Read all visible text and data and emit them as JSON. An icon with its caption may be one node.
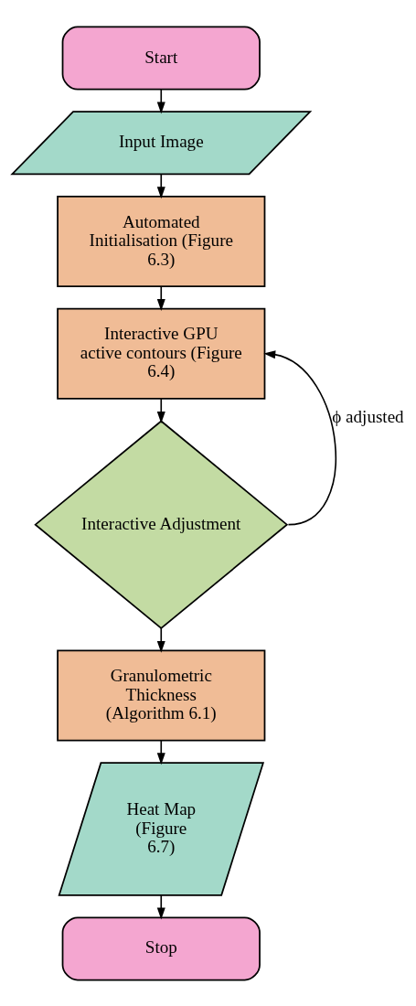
{
  "diagram": {
    "nodes": [
      {
        "text": [
          "Start"
        ]
      },
      {
        "text": [
          "Input Image"
        ]
      },
      {
        "text": [
          "Automated Initialisation (Figure 6.3)"
        ]
      },
      {
        "text": [
          "Interactive GPU active contours (Figure 6.4)"
        ]
      },
      {
        "text": [
          "Interactive Adjustment"
        ]
      },
      {
        "text": [
          "Granulometric Thickness (Algorithm 6.1)"
        ]
      },
      {
        "text": [
          "Heat Map (Figure 6.7)"
        ]
      },
      {
        "text": [
          "Stop"
        ]
      }
    ],
    "edges": [
      {
        "from": 0,
        "to": 1,
        "arrow": "to"
      },
      {
        "from": 1,
        "to": 2,
        "arrow": "to"
      },
      {
        "from": 2,
        "to": 3,
        "arrow": "to"
      },
      {
        "from": 3,
        "to": 4,
        "arrow": "to"
      },
      {
        "from": 4,
        "to": 3,
        "arrow": "to",
        "label": "ϕ adjusted"
      },
      {
        "from": 4,
        "to": 5,
        "arrow": "to"
      },
      {
        "from": 5,
        "to": 6,
        "arrow": "to"
      },
      {
        "from": 6,
        "to": 7,
        "arrow": "to"
      }
    ]
  }
}
